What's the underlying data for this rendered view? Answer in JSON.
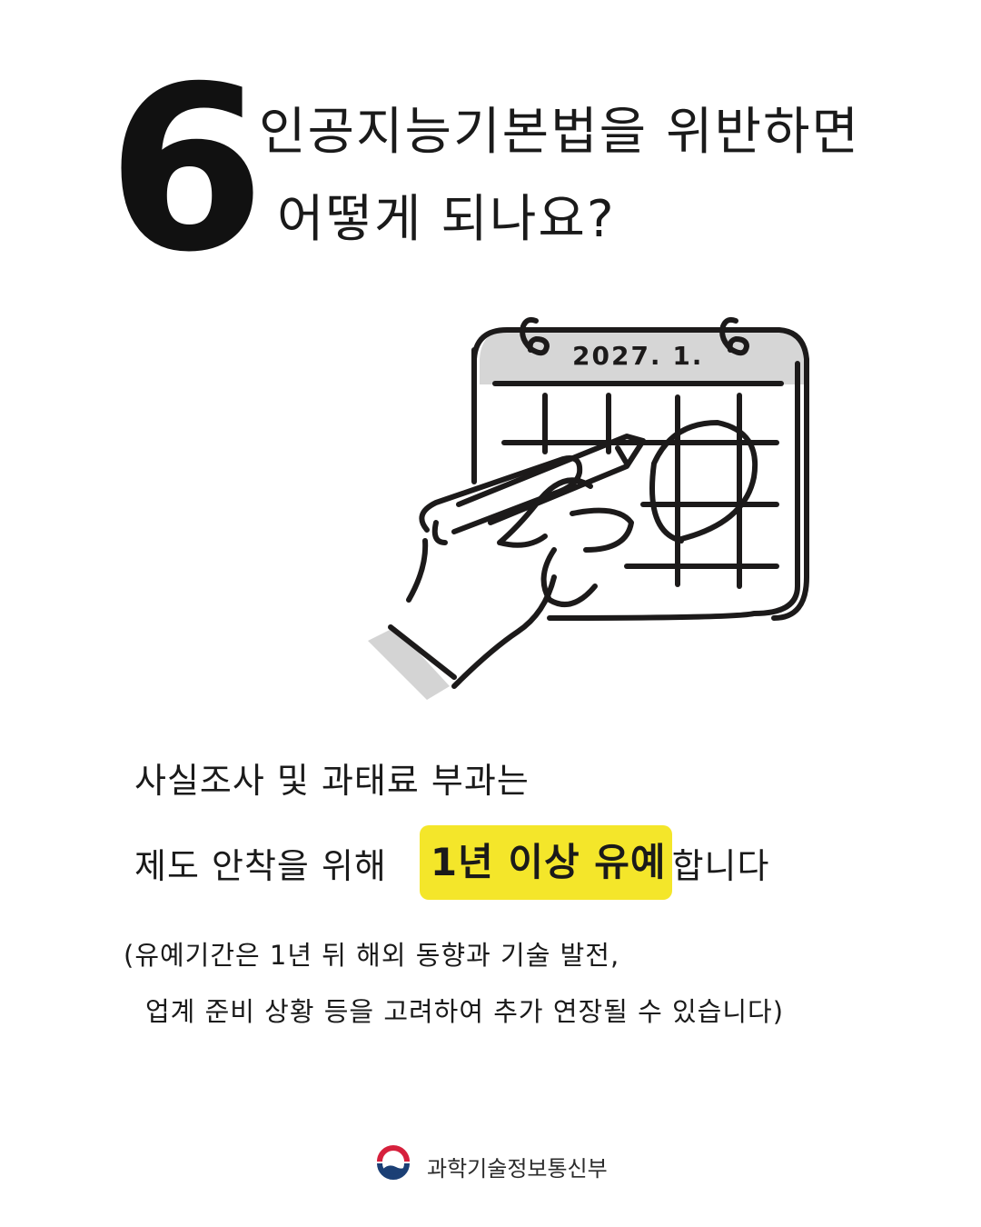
{
  "header": {
    "number": "6",
    "title_line1": "인공지능기본법을 위반하면",
    "title_line2": "어떻게 되나요?"
  },
  "illustration": {
    "calendar_label": "2027. 1.",
    "description": "hand-holding-pencil-circling-calendar-date"
  },
  "body": {
    "line1": "사실조사 및 과태료 부과는",
    "line2_prefix": "제도 안착을 위해",
    "highlight": "1년 이상 유예",
    "line2_suffix": "합니다"
  },
  "note": {
    "line1": "(유예기간은 1년 뒤 해외 동향과 기술 발전,",
    "line2": "업계 준비 상황 등을 고려하여 추가 연장될 수 있습니다)"
  },
  "footer": {
    "org_name": "과학기술정보통신부",
    "logo_icon": "taegeuk-government-emblem"
  },
  "colors": {
    "background": "#ffffff",
    "text": "#1a1a1a",
    "highlight": "#f4e62a",
    "calendar_header": "#d6d6d6",
    "sleeve": "#d4d4d4",
    "emblem_red": "#d6203c",
    "emblem_blue": "#1b3f75"
  }
}
